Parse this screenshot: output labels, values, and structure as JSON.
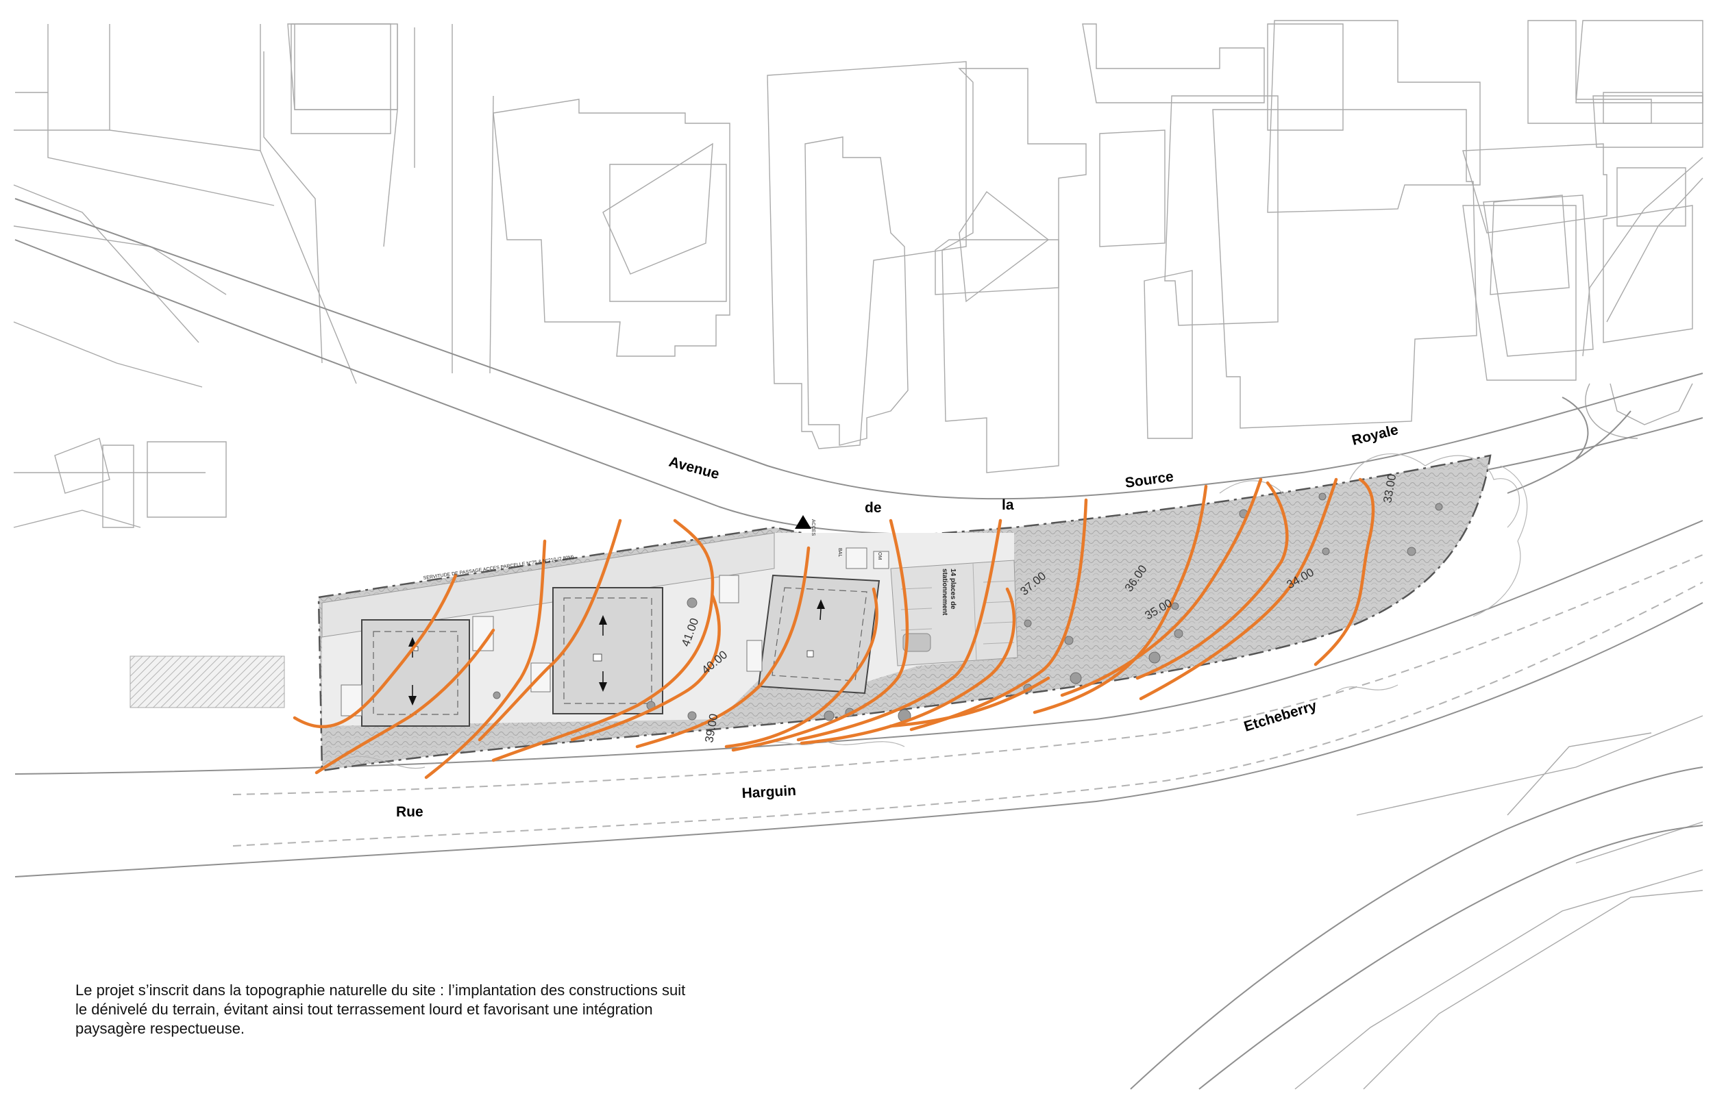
{
  "streets": {
    "avenue": "Avenue",
    "de": "de",
    "la": "la",
    "source": "Source",
    "royale": "Royale",
    "rue": "Rue",
    "harguin": "Harguin",
    "etcheberry": "Etcheberry"
  },
  "access_label": "ACCES",
  "parking_label_1": "14 places de",
  "parking_label_2": "stationnement",
  "bal_label": "BAL",
  "om_label": "OM",
  "servitude_label": "SERVITUDE DE PASSAGE ACCES PARCELLE N°75 & N°210 (2,80M)",
  "contour_levels": [
    "41.00",
    "40.00",
    "39.00",
    "37.00",
    "36.00",
    "35.00",
    "34.00",
    "33.00"
  ],
  "caption": "Le projet s’inscrit dans la topographie naturelle du site : l’implantation des constructions suit le dénivelé du terrain, évitant ainsi tout terrassement lourd et favorisant une intégration paysagère respectueuse.",
  "colors": {
    "contour": "#e87a2a",
    "parcel_fill": "#c8c8c8",
    "building_fill": "#d6d6d6",
    "cadastre_line": "#9a9a9a"
  }
}
